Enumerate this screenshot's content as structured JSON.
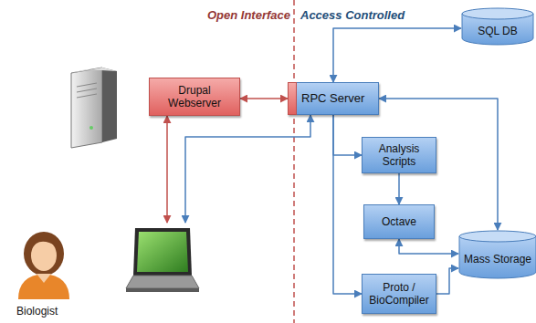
{
  "diagram": {
    "nodes": [
      {
        "text": [
          "SQL DB"
        ]
      },
      {
        "text": [
          "Drupal Webserver"
        ]
      },
      {
        "text": [
          "RPC Server"
        ]
      },
      {
        "text": [
          "Analysis Scripts"
        ]
      },
      {
        "text": [
          "Octave"
        ]
      },
      {
        "text": [
          "Mass Storage"
        ]
      },
      {
        "text": [
          "Proto / BioCompiler"
        ]
      },
      {
        "text": [
          "Biologist"
        ]
      }
    ],
    "edges": [
      {
        "from": 1,
        "to": 2,
        "arrow": "both"
      },
      {
        "from": 1,
        "to": 7,
        "arrow": "both"
      },
      {
        "from": 7,
        "to": 2,
        "arrow": "both"
      },
      {
        "from": 2,
        "to": 0,
        "arrow": "both"
      },
      {
        "from": 2,
        "to": 3,
        "arrow": "to"
      },
      {
        "from": 2,
        "to": 6,
        "arrow": "to"
      },
      {
        "from": 3,
        "to": 4,
        "arrow": "to"
      },
      {
        "from": 4,
        "to": 5,
        "arrow": "both"
      },
      {
        "from": 6,
        "to": 5,
        "arrow": "to"
      },
      {
        "from": 2,
        "to": 5,
        "arrow": "both"
      }
    ],
    "labels": [
      "Open Interface",
      "Access Controlled"
    ]
  }
}
